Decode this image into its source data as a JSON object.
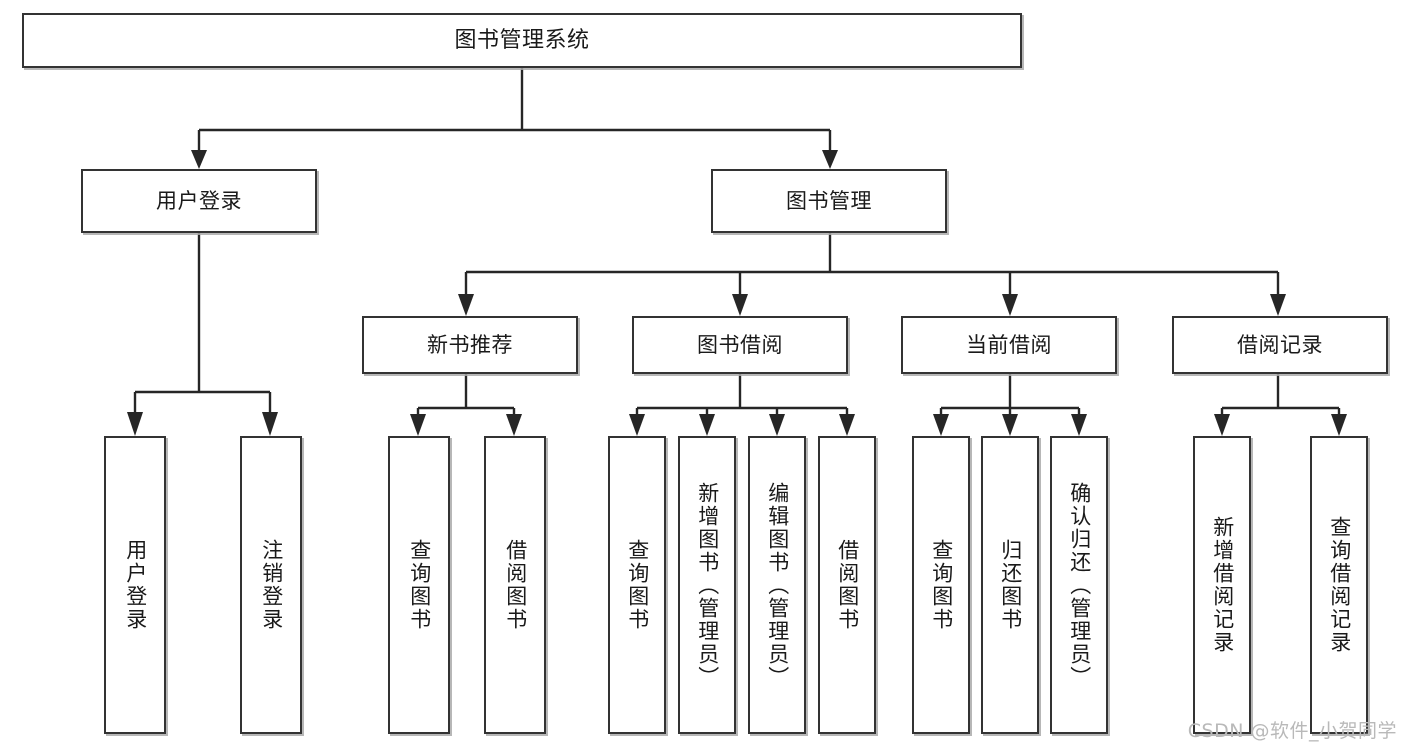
{
  "diagram": {
    "title": "图书管理系统",
    "type": "tree",
    "root": {
      "label": "图书管理系统"
    },
    "level2": [
      {
        "label": "用户登录"
      },
      {
        "label": "图书管理"
      }
    ],
    "level3": [
      {
        "label": "新书推荐"
      },
      {
        "label": "图书借阅"
      },
      {
        "label": "当前借阅"
      },
      {
        "label": "借阅记录"
      }
    ],
    "leaves": {
      "user_login": [
        {
          "label": "用户登录"
        },
        {
          "label": "注销登录"
        }
      ],
      "new_book_recommend": [
        {
          "label": "查询图书"
        },
        {
          "label": "借阅图书"
        }
      ],
      "book_borrow": [
        {
          "label": "查询图书"
        },
        {
          "label": "新增图书（管理员）"
        },
        {
          "label": "编辑图书（管理员）"
        },
        {
          "label": "借阅图书"
        }
      ],
      "current_borrow": [
        {
          "label": "查询图书"
        },
        {
          "label": "归还图书"
        },
        {
          "label": "确认归还（管理员）"
        }
      ],
      "borrow_record": [
        {
          "label": "新增借阅记录"
        },
        {
          "label": "查询借阅记录"
        }
      ]
    }
  },
  "watermark": {
    "text": "CSDN @软件_小贺同学"
  },
  "colors": {
    "background": "#ffffff",
    "box_border": "#333333",
    "box_fill": "#ffffff",
    "connector": "#262626",
    "text": "#1a1a1a",
    "watermark": "#b9b9b9"
  }
}
